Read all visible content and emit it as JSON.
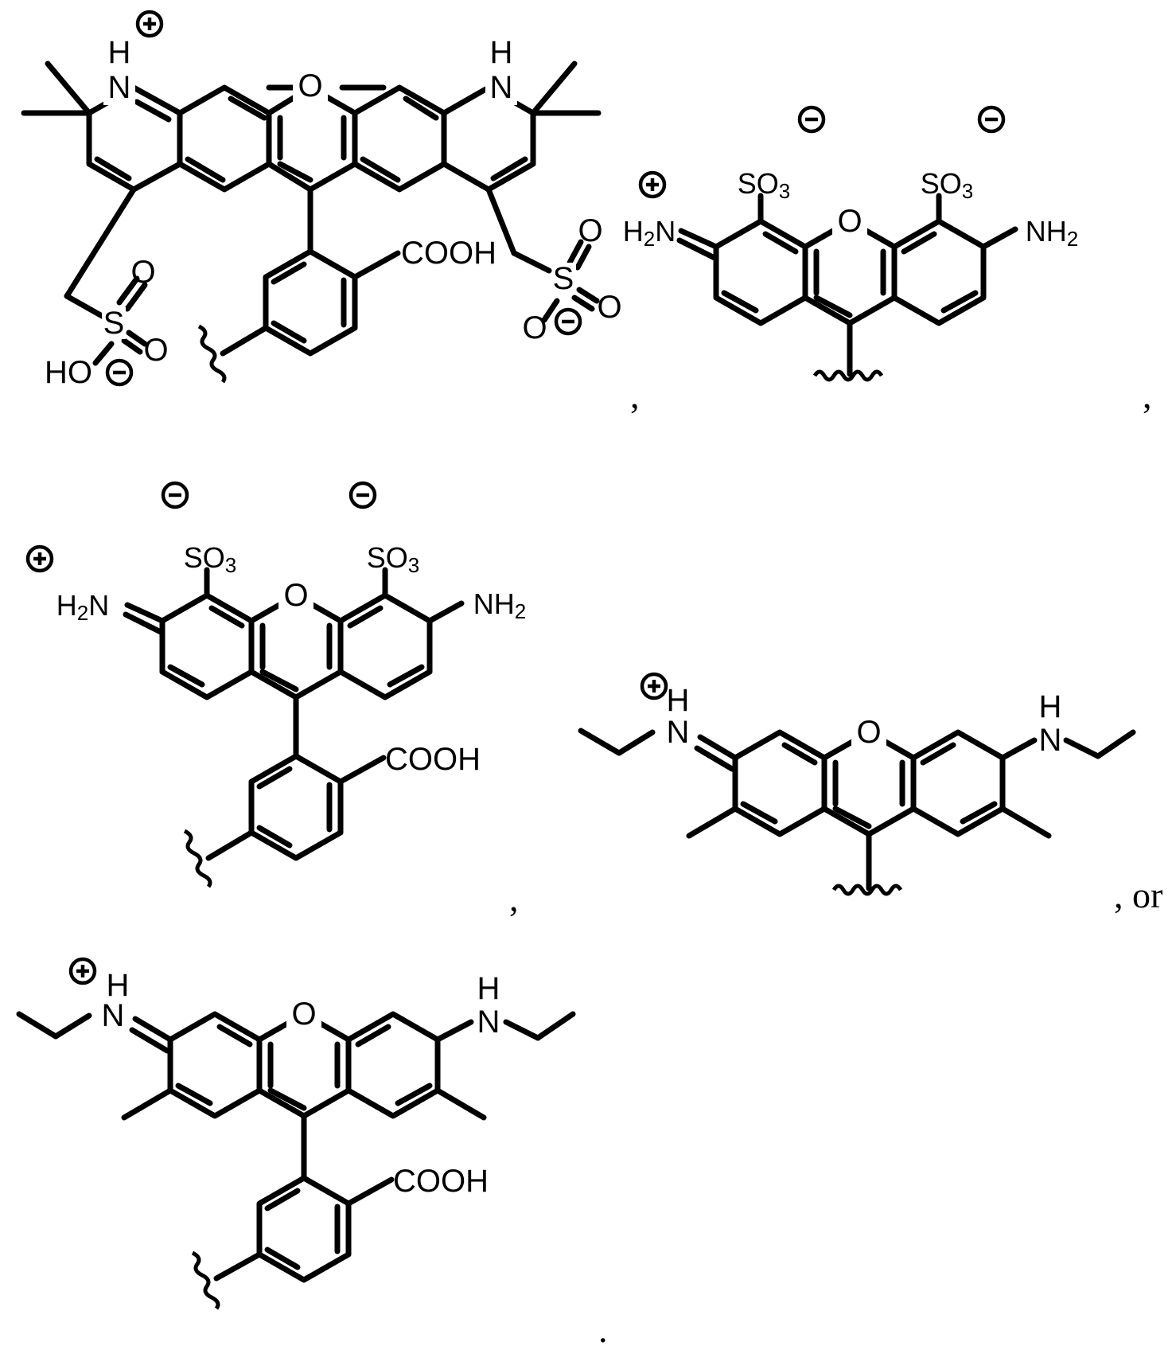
{
  "labels": {
    "O": "O",
    "NH": "N",
    "H": "H",
    "N": "N",
    "COOH": "COOH",
    "SO3": "SO",
    "sub3": "3",
    "H2N": "H",
    "sub2": "2",
    "NH2": "NH",
    "HO": "HO",
    "S": "S"
  },
  "separators": {
    "comma": ",",
    "or": ", or",
    "period": "."
  }
}
